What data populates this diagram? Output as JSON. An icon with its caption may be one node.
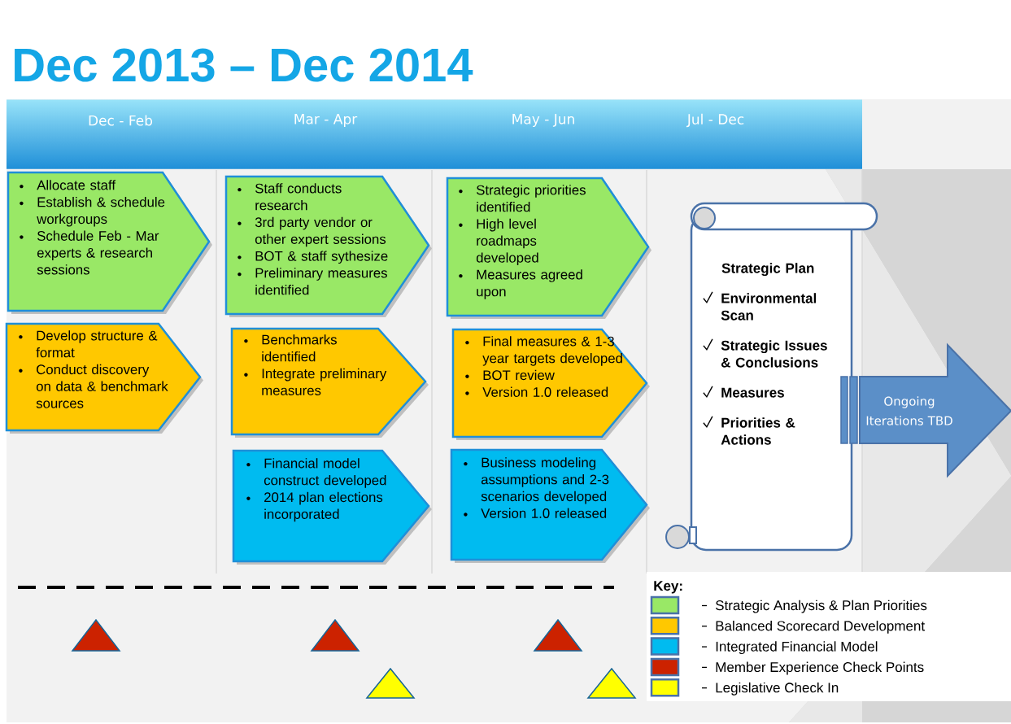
{
  "diagram": {
    "title": "Dec 2013 – Dec 2014",
    "nodes": [
      {
        "text": [
          "Allocate staff",
          "Establish & schedule workgroups",
          "Schedule Feb - Mar experts & research sessions"
        ]
      },
      {
        "text": [
          "Staff conducts research",
          "3rd party vendor or other expert sessions",
          "BOT & staff sythesize",
          "Preliminary measures identified"
        ]
      },
      {
        "text": [
          "Strategic priorities identified",
          "High level roadmaps developed",
          "Measures agreed upon"
        ]
      },
      {
        "text": [
          "Develop structure & format",
          "Conduct discovery on data  & benchmark sources"
        ]
      },
      {
        "text": [
          "Benchmarks identified",
          "Integrate preliminary measures"
        ]
      },
      {
        "text": [
          "Final measures & 1-3 year targets developed",
          "BOT review",
          "Version 1.0 released"
        ]
      },
      {
        "text": [
          "Financial model construct developed",
          "2014 plan elections incorporated"
        ]
      },
      {
        "text": [
          "Business modeling assumptions and 2-3 scenarios developed",
          "Version 1.0 released"
        ]
      },
      {
        "text": [
          "Strategic Plan",
          "Environmental Scan",
          "Strategic Issues & Conclusions",
          "Measures",
          "Priorities & Actions"
        ]
      },
      {
        "text": [
          "Ongoing Iterations TBD"
        ]
      }
    ],
    "labels": [
      "Dec - Feb",
      "Mar - Apr",
      "May - Jun",
      "Jul - Dec",
      "Key:"
    ],
    "legend": [
      {
        "text": "Strategic Analysis & Plan Priorities",
        "color": "#99e866"
      },
      {
        "text": "Balanced Scorecard Development",
        "color": "#ffc800"
      },
      {
        "text": "Integrated Financial Model",
        "color": "#00bbf0"
      },
      {
        "text": "Member Experience Check Points",
        "color": "#cc2200"
      },
      {
        "text": "Legislative Check In",
        "color": "#ffff00"
      }
    ]
  }
}
